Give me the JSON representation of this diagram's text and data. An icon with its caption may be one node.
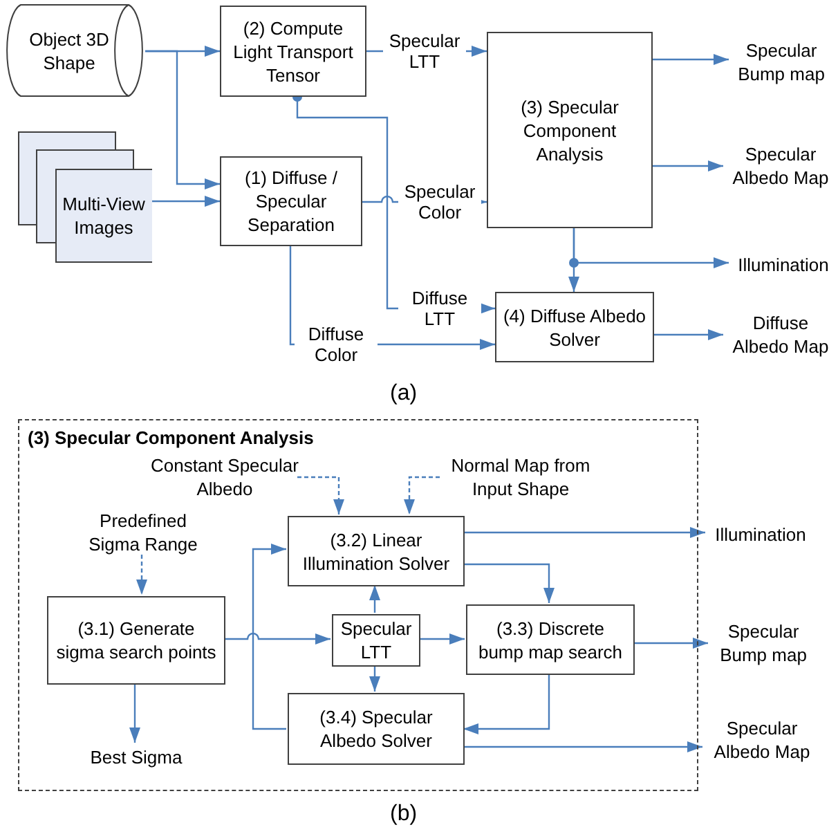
{
  "diagram": {
    "nodes": [
      {
        "text": [
          "Object 3D Shape"
        ]
      },
      {
        "text": [
          "(2) Compute Light Transport Tensor"
        ]
      },
      {
        "text": [
          "Multi-View Images"
        ]
      },
      {
        "text": [
          "(1) Diffuse / Specular Separation"
        ]
      },
      {
        "text": [
          "(3) Specular Component Analysis"
        ]
      },
      {
        "text": [
          "(4) Diffuse Albedo Solver"
        ]
      },
      {
        "text": [
          "Specular Bump map"
        ]
      },
      {
        "text": [
          "Specular Albedo Map"
        ]
      },
      {
        "text": [
          "Illumination"
        ]
      },
      {
        "text": [
          "Diffuse Albedo Map"
        ]
      },
      {
        "text": [
          "(3) Specular Component Analysis"
        ]
      },
      {
        "text": [
          "Constant Specular Albedo"
        ],
        "in": 10
      },
      {
        "text": [
          "Normal Map from Input Shape"
        ],
        "in": 10
      },
      {
        "text": [
          "Predefined Sigma Range"
        ],
        "in": 10
      },
      {
        "text": [
          "(3.1) Generate sigma search points"
        ],
        "in": 10
      },
      {
        "text": [
          "(3.2) Linear Illumination Solver"
        ],
        "in": 10
      },
      {
        "text": [
          "Specular LTT"
        ],
        "in": 10
      },
      {
        "text": [
          "(3.3) Discrete bump map search"
        ],
        "in": 10
      },
      {
        "text": [
          "(3.4) Specular Albedo Solver"
        ],
        "in": 10
      },
      {
        "text": [
          "Best Sigma"
        ],
        "in": 10
      },
      {
        "text": [
          "Illumination"
        ]
      },
      {
        "text": [
          "Specular Bump map"
        ]
      },
      {
        "text": [
          "Specular Albedo Map"
        ]
      }
    ],
    "edges": [
      {
        "from": 0,
        "to": 1,
        "arrow": "to"
      },
      {
        "from": 0,
        "to": 3,
        "arrow": "to"
      },
      {
        "from": 2,
        "to": 3,
        "arrow": "to"
      },
      {
        "from": 1,
        "to": 4,
        "arrow": "to",
        "label": "Specular LTT"
      },
      {
        "from": 1,
        "to": 5,
        "arrow": "to",
        "label": "Diffuse LTT"
      },
      {
        "from": 3,
        "to": 4,
        "arrow": "to",
        "label": "Specular Color"
      },
      {
        "from": 3,
        "to": 5,
        "arrow": "to",
        "label": "Diffuse Color"
      },
      {
        "from": 4,
        "to": 6,
        "arrow": "to"
      },
      {
        "from": 4,
        "to": 7,
        "arrow": "to"
      },
      {
        "from": 4,
        "to": 8,
        "arrow": "to"
      },
      {
        "from": 4,
        "to": 5,
        "arrow": "to"
      },
      {
        "from": 5,
        "to": 9,
        "arrow": "to"
      },
      {
        "from": 11,
        "to": 15,
        "arrow": "to",
        "style": "dashed"
      },
      {
        "from": 12,
        "to": 15,
        "arrow": "to",
        "style": "dashed"
      },
      {
        "from": 13,
        "to": 14,
        "arrow": "to",
        "style": "dashed"
      },
      {
        "from": 14,
        "to": 16,
        "arrow": "to"
      },
      {
        "from": 14,
        "to": 19,
        "arrow": "to"
      },
      {
        "from": 18,
        "to": 15,
        "arrow": "to"
      },
      {
        "from": 16,
        "to": 15,
        "arrow": "to"
      },
      {
        "from": 16,
        "to": 18,
        "arrow": "to"
      },
      {
        "from": 16,
        "to": 17,
        "arrow": "to"
      },
      {
        "from": 15,
        "to": 20,
        "arrow": "to"
      },
      {
        "from": 15,
        "to": 17,
        "arrow": "to"
      },
      {
        "from": 17,
        "to": 21,
        "arrow": "to"
      },
      {
        "from": 17,
        "to": 18,
        "arrow": "to"
      },
      {
        "from": 18,
        "to": 22,
        "arrow": "to"
      }
    ],
    "labels": [
      "(a)",
      "(b)"
    ]
  }
}
